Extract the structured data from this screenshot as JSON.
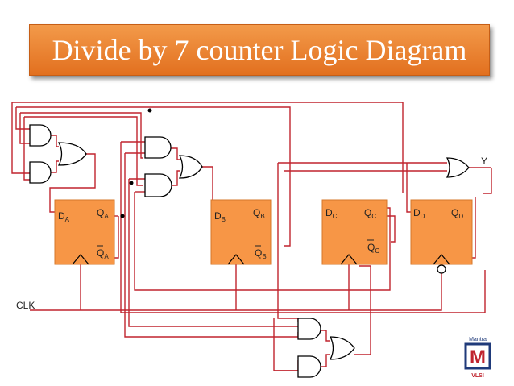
{
  "title": "Divide by 7 counter Logic Diagram",
  "flip_flops": [
    {
      "d": "D",
      "d_sub": "A",
      "q": "Q",
      "q_sub": "A",
      "qbar": "Q",
      "qbar_sub": "A"
    },
    {
      "d": "D",
      "d_sub": "B",
      "q": "Q",
      "q_sub": "B",
      "qbar": "Q",
      "qbar_sub": "B"
    },
    {
      "d": "D",
      "d_sub": "C",
      "q": "Q",
      "q_sub": "C",
      "qbar": "Q",
      "qbar_sub": "C"
    },
    {
      "d": "D",
      "d_sub": "D",
      "q": "Q",
      "q_sub": "D",
      "qbar": "",
      "qbar_sub": ""
    }
  ],
  "clk_label": "CLK",
  "output_label": "Y",
  "logo": {
    "top": "Mantra",
    "letter": "M",
    "bottom": "VLSI"
  },
  "colors": {
    "flip_flop": "#f79646",
    "title_banner": "#e87722",
    "wire": "#c0242e",
    "gate_stroke": "#000000"
  }
}
